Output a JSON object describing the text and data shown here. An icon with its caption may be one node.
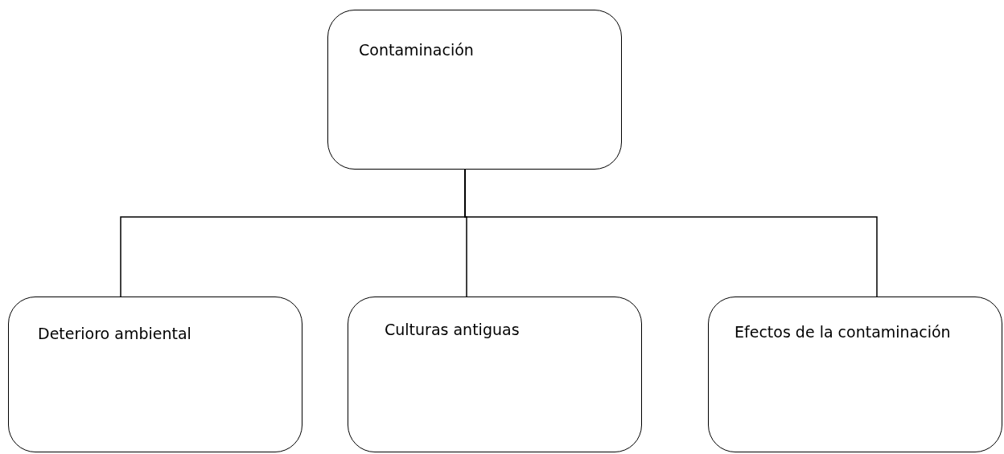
{
  "diagram": {
    "nodes": [
      {
        "text": [
          "Contaminación"
        ]
      },
      {
        "text": [
          "Deterioro ambiental"
        ]
      },
      {
        "text": [
          "Culturas antiguas"
        ]
      },
      {
        "text": [
          "Efectos de la contaminación"
        ]
      }
    ],
    "edges": [
      {
        "from": 0,
        "to": 1,
        "arrow": "none"
      },
      {
        "from": 0,
        "to": 2,
        "arrow": "none"
      },
      {
        "from": 0,
        "to": 3,
        "arrow": "none"
      }
    ]
  }
}
